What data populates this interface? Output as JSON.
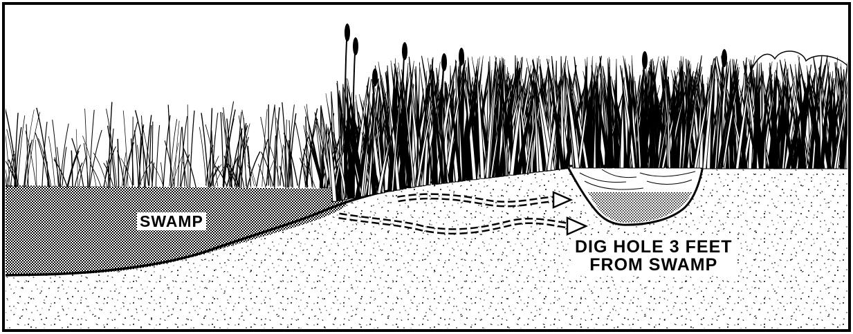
{
  "labels": {
    "swamp": "SWAMP",
    "dig_line1": "DIG HOLE 3 FEET",
    "dig_line2": "FROM SWAMP"
  },
  "colors": {
    "ink": "#000000",
    "paper": "#ffffff",
    "stipple": "#9a9a9a"
  }
}
